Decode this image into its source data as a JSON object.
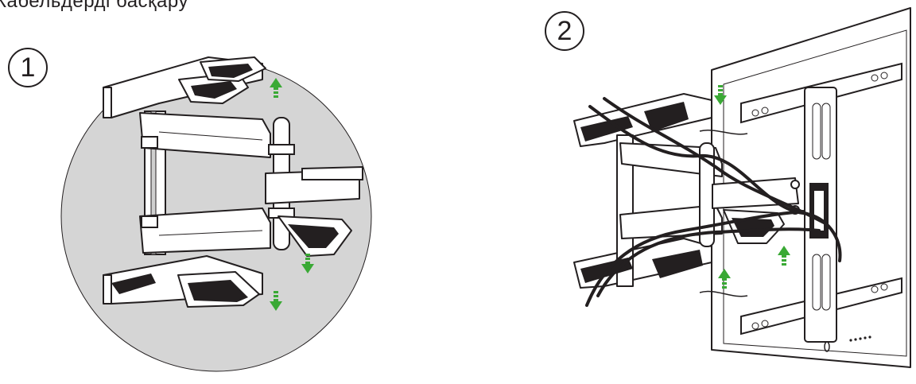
{
  "heading": "Кабельдерді басқару",
  "steps": [
    {
      "number": "1"
    },
    {
      "number": "2"
    }
  ],
  "colors": {
    "arrow": "#3aa935",
    "line": "#231f20",
    "circle_fill": "#d5d5d5"
  },
  "icons": [
    "arrow-up-icon",
    "arrow-down-icon"
  ]
}
